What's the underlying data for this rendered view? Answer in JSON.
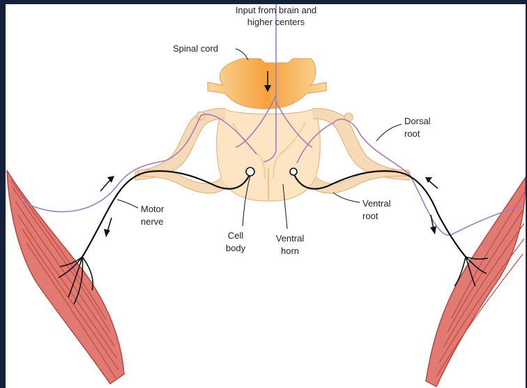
{
  "labels": {
    "input_line1": "Input from brain and",
    "input_line2": "higher centers",
    "spinal_cord": "Spinal cord",
    "dorsal_line1": "Dorsal",
    "dorsal_line2": "root",
    "ventral_root_line1": "Ventral",
    "ventral_root_line2": "root",
    "motor_line1": "Motor",
    "motor_line2": "nerve",
    "cell_line1": "Cell",
    "cell_line2": "body",
    "horn_line1": "Ventral",
    "horn_line2": "horn"
  },
  "colors": {
    "background_frame": "#13213a",
    "panel": "#ffffff",
    "white_matter": "#fde5c3",
    "gray_matter_highlight": "#f7a843",
    "root_sheath": "#f6d9b6",
    "nerve_fiber": "#111111",
    "sensory_fiber": "#a07cbf",
    "muscle": "#e07a72",
    "muscle_stripe": "#c24a44"
  }
}
